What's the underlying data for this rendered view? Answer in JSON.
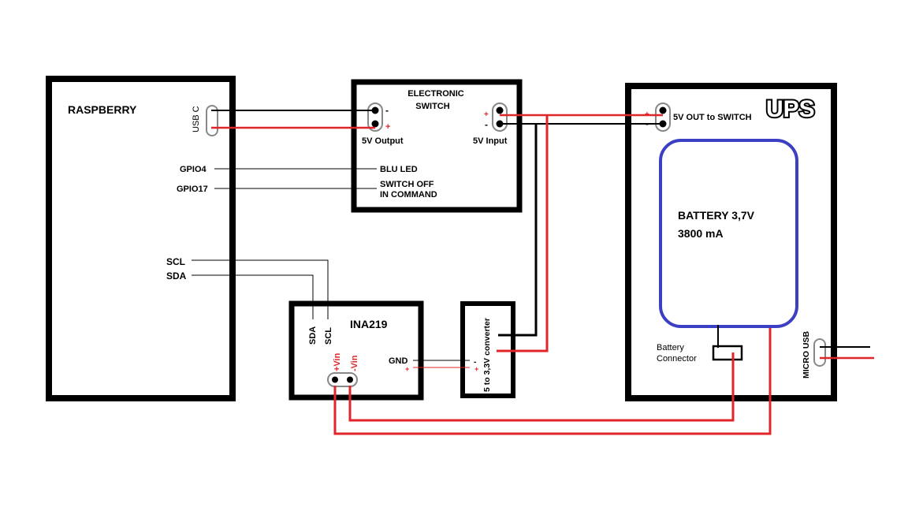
{
  "labels": {
    "raspberry": "RASPBERRY",
    "usb_c": "USB C",
    "gpio4": "GPIO4",
    "gpio17": "GPIO17",
    "scl": "SCL",
    "sda": "SDA",
    "switch_title_1": "ELECTRONIC",
    "switch_title_2": "SWITCH",
    "out_minus": "-",
    "out_plus": "+",
    "in_plus": "+",
    "in_minus": "-",
    "output_label": "5V Output",
    "input_label": "5V Input",
    "blu_led": "BLU LED",
    "switch_off_1": "SWITCH OFF",
    "switch_off_2": "IN COMMAND",
    "ina219": "INA219",
    "ina_sda": "SDA",
    "ina_scl": "SCL",
    "vin_plus": "+Vin",
    "vin_minus": "-Vin",
    "conv_gnd": "GND",
    "conv_plus_small": "+",
    "conv_minus_small": "-",
    "conv_plus2_small": "+",
    "converter": "5 to 3,3V converter",
    "ups": "UPS",
    "ups_plus": "+",
    "ups_minus": "-",
    "ups_out": "5V OUT to SWITCH",
    "battery_1": "BATTERY 3,7V",
    "battery_2": "3800 mA",
    "battery_connector_1": "Battery",
    "battery_connector_2": "Connector",
    "micro_usb": "MICRO USB"
  },
  "colors": {
    "box": "#000000",
    "wire_red": "#e0262a",
    "wire_black": "#000000",
    "battery": "#3a3fc4",
    "connector_fill": "#ffffff",
    "connector_stroke": "#888888"
  }
}
